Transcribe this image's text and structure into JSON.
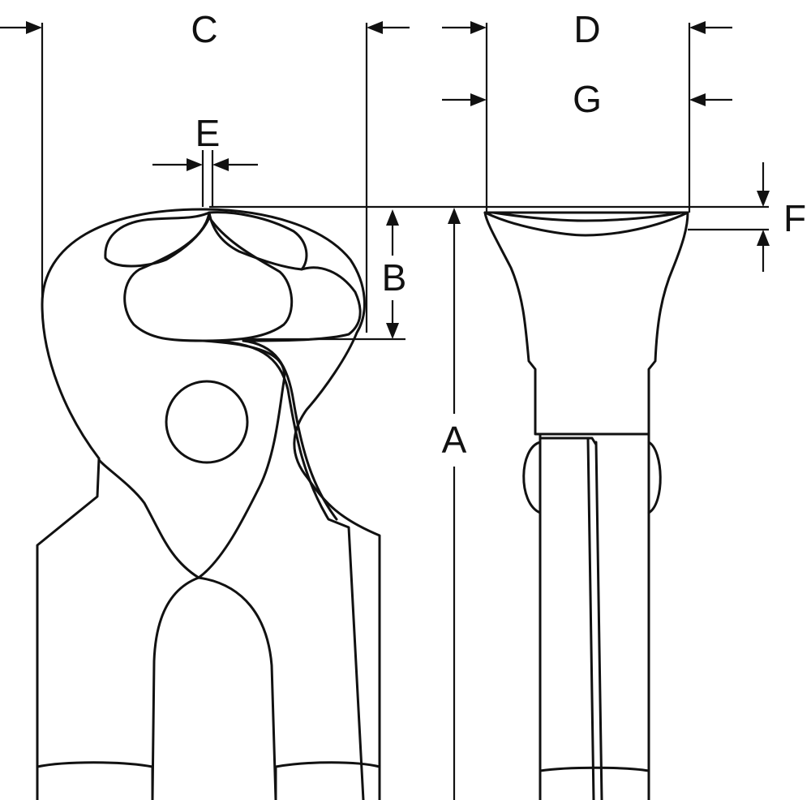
{
  "diagram": {
    "labels": {
      "A": "A",
      "B": "B",
      "C": "C",
      "D": "D",
      "E": "E",
      "F": "F",
      "G": "G"
    },
    "colors": {
      "line": "#111111",
      "background": "#ffffff"
    }
  }
}
